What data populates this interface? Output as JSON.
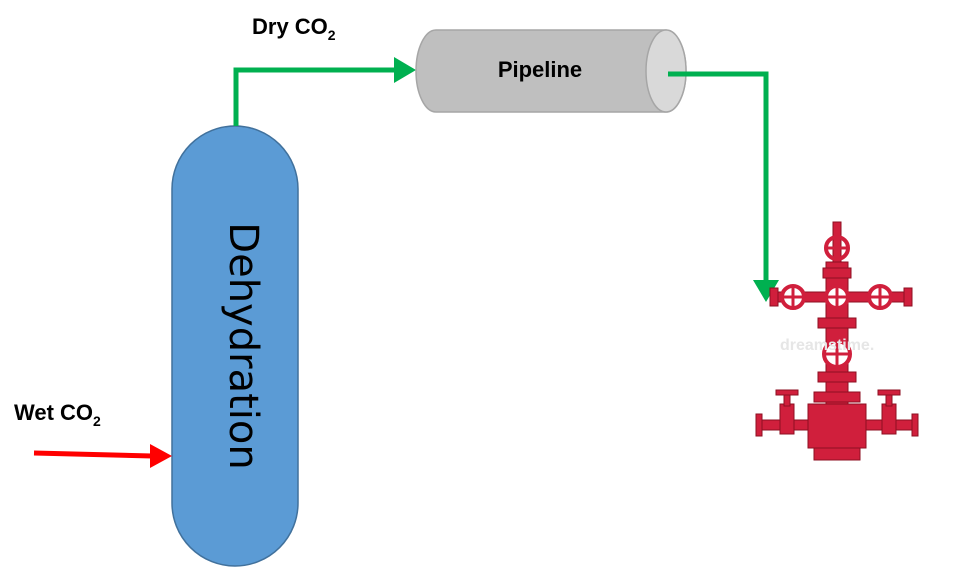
{
  "labels": {
    "dry_co2_prefix": "Dry CO",
    "dry_co2_sub": "2",
    "wet_co2_prefix": "Wet CO",
    "wet_co2_sub": "2",
    "pipeline": "Pipeline",
    "dehydration": "Dehydration",
    "watermark": "dreamstime."
  },
  "colors": {
    "vessel_fill": "#5b9bd5",
    "vessel_stroke": "#41719c",
    "pipeline_fill": "#bfbfbf",
    "pipeline_end": "#d9d9d9",
    "dry_flow": "#00b050",
    "wet_flow": "#ff0000",
    "wellhead": "#d01f3c"
  },
  "icons": {
    "wellhead": "wellhead-christmas-tree-icon"
  }
}
